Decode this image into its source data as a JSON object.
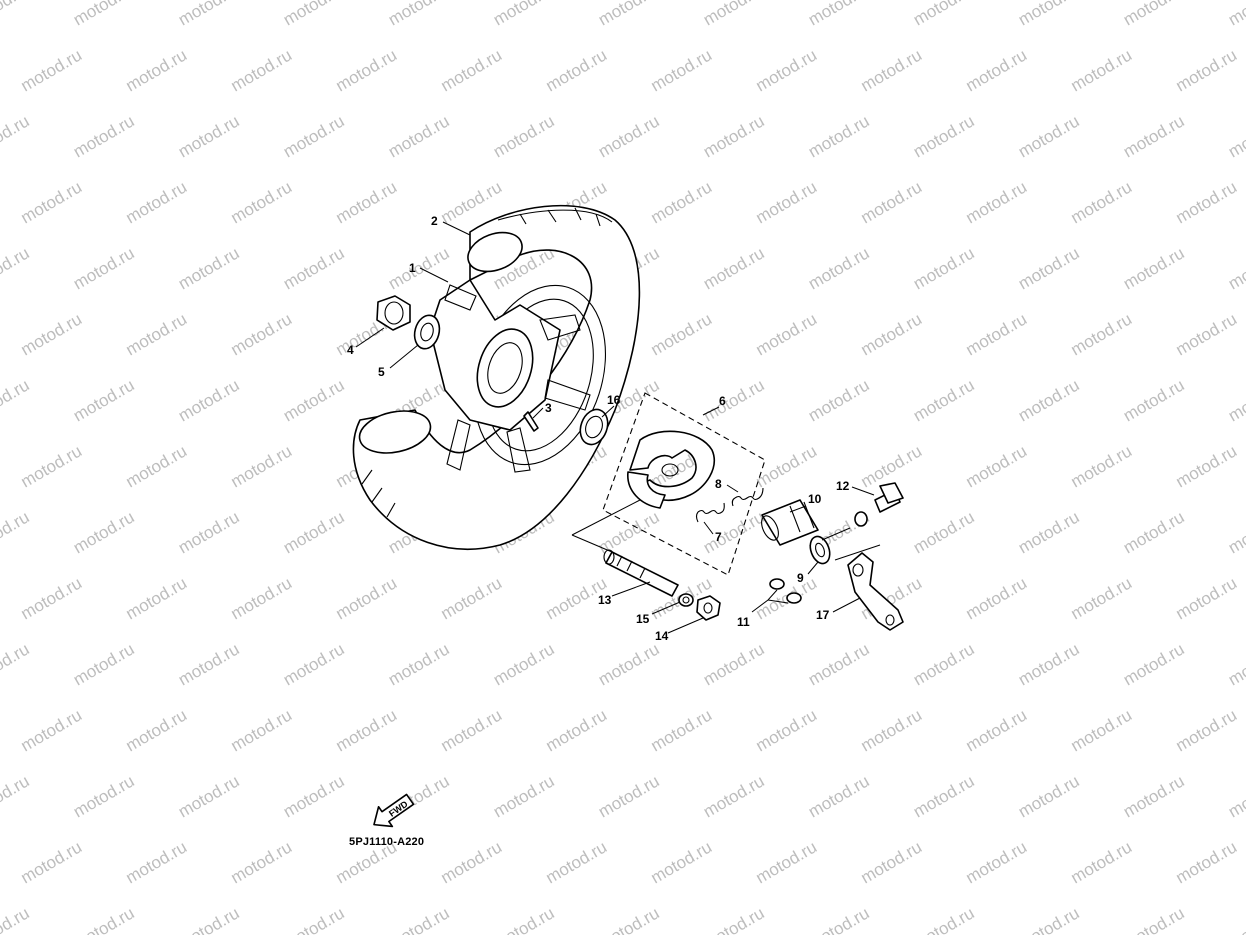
{
  "watermark": {
    "text": "motod.ru",
    "color": "#bdbdbd"
  },
  "reference_code": "5PJ1110-A220",
  "fwd_label": "FWD",
  "callouts": [
    "1",
    "2",
    "3",
    "4",
    "5",
    "6",
    "7",
    "8",
    "9",
    "10",
    "11",
    "12",
    "13",
    "14",
    "15",
    "16",
    "17"
  ]
}
